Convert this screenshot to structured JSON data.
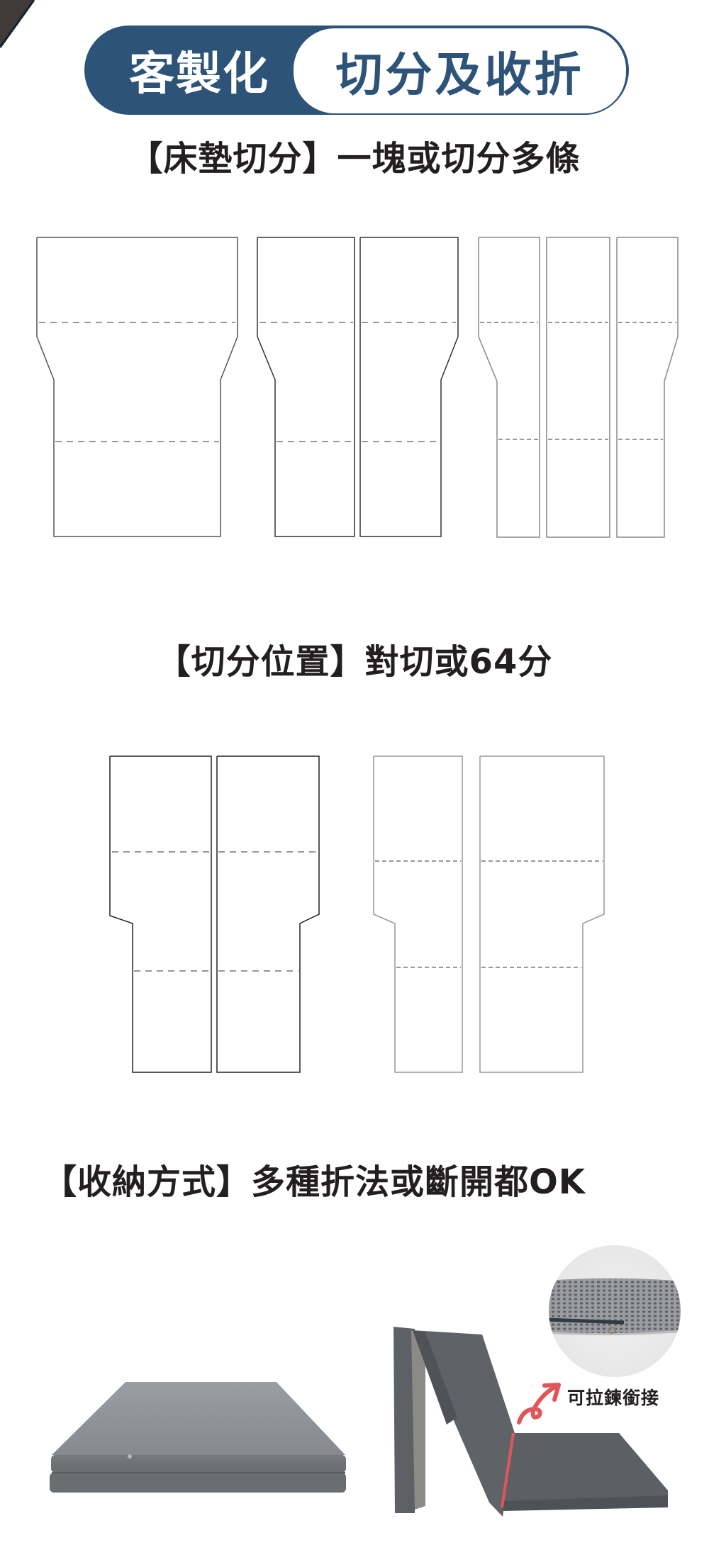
{
  "banner": {
    "left_label": "客製化",
    "right_label": "切分及收折",
    "accent_color": "#2d5478"
  },
  "sections": [
    {
      "title": "【床墊切分】一塊或切分多條",
      "diagrams": [
        {
          "label": "one-piece",
          "pieces": 1
        },
        {
          "label": "two-pieces",
          "pieces": 2
        },
        {
          "label": "three-pieces",
          "pieces": 3
        }
      ]
    },
    {
      "title": "【切分位置】對切或64分",
      "diagrams": [
        {
          "label": "half-split",
          "pieces": 2,
          "ratio": "50/50"
        },
        {
          "label": "sixty-forty-split",
          "pieces": 2,
          "ratio": "40/60"
        }
      ]
    },
    {
      "title": "【收納方式】多種折法或斷開都OK",
      "photos": [
        {
          "label": "folded-stack"
        },
        {
          "label": "tri-fold-standing"
        }
      ],
      "callout": {
        "label": "可拉鍊銜接",
        "marker_color": "#e0555a"
      }
    }
  ]
}
